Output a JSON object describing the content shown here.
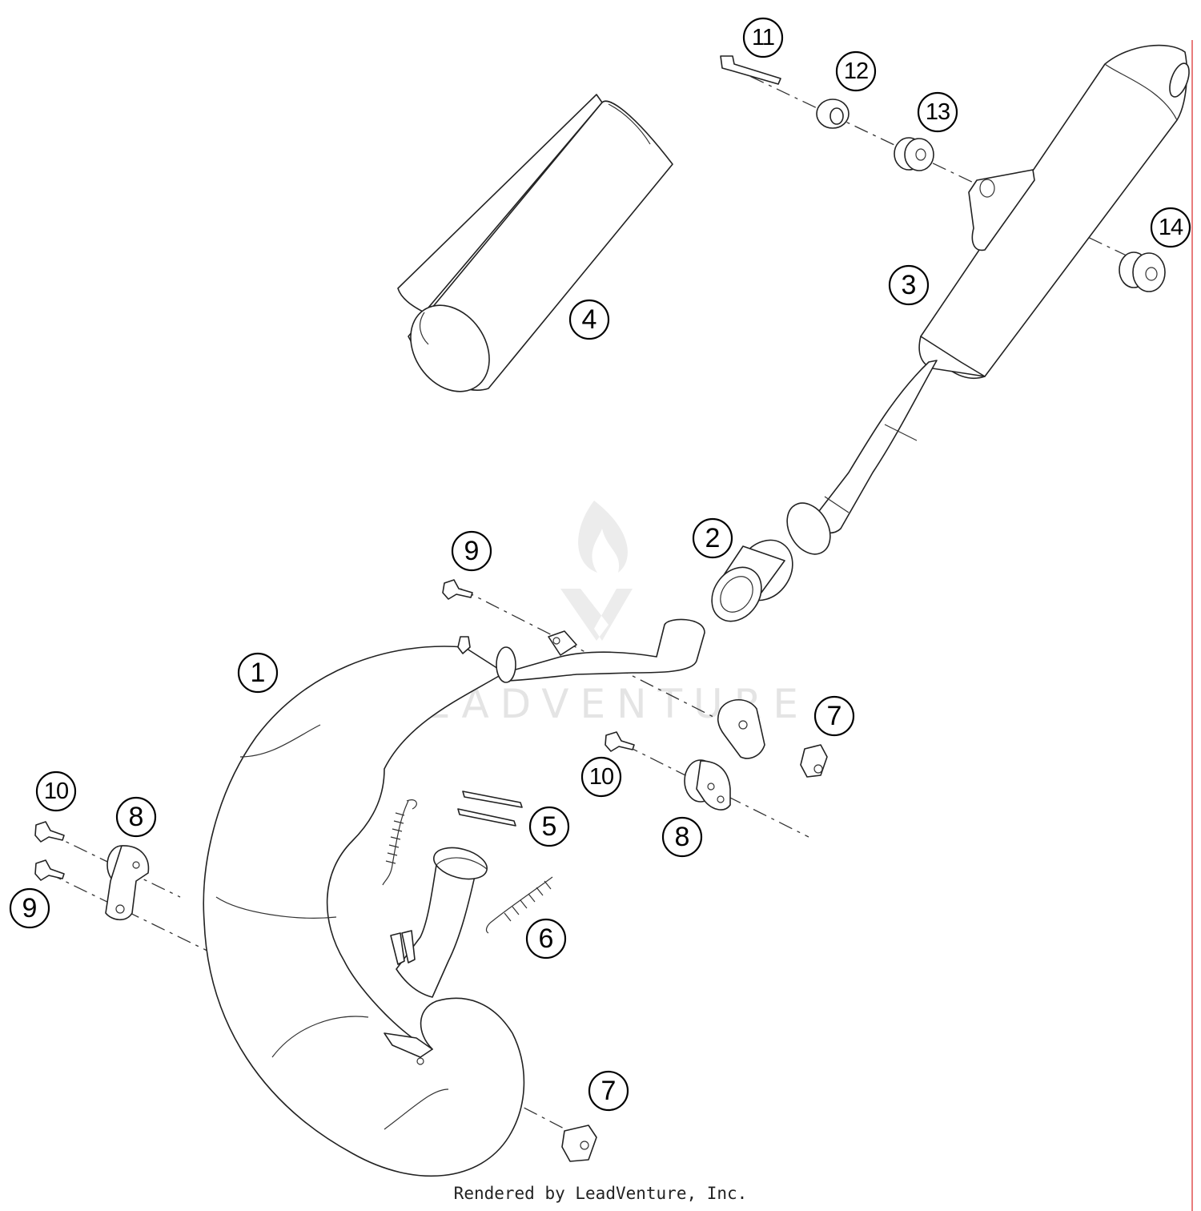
{
  "callouts": {
    "c1": "1",
    "c2": "2",
    "c3": "3",
    "c4": "4",
    "c5": "5",
    "c6": "6",
    "c7a": "7",
    "c7b": "7",
    "c8a": "8",
    "c8b": "8",
    "c9a": "9",
    "c9b": "9",
    "c10a": "10",
    "c10b": "10",
    "c11": "11",
    "c12": "12",
    "c13": "13",
    "c14": "14"
  },
  "watermark": "LEADVENTURE",
  "credit": "Rendered by LeadVenture, Inc.",
  "colors": {
    "line": "#222222",
    "watermark": "#e4e4e4",
    "border": "#e05050"
  }
}
